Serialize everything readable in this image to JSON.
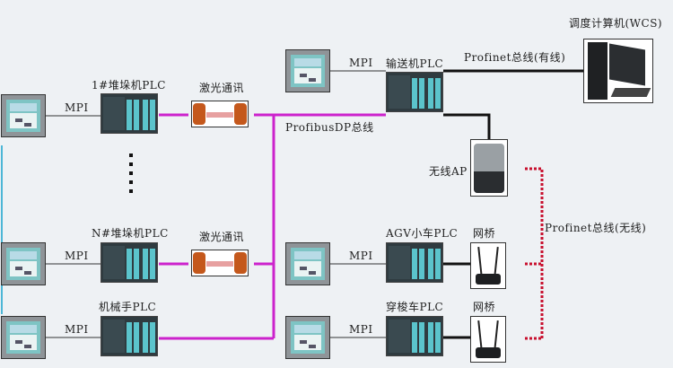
{
  "diagram": {
    "title": "Warehouse control network topology",
    "colors": {
      "profibus": "#cc22cc",
      "profinet_wired": "#111111",
      "profinet_wireless": "#c8102e",
      "mpi": "#333333",
      "background": "#eef1f4"
    },
    "nodes": {
      "stacker1_plc": "1#堆垛机PLC",
      "stackerN_plc": "N#堆垛机PLC",
      "robot_plc": "机械手PLC",
      "laser1": "激光通讯",
      "laser2": "激光通讯",
      "conveyor_plc": "输送机PLC",
      "wcs": "调度计算机(WCS)",
      "wireless_ap": "无线AP",
      "agv_plc": "AGV小车PLC",
      "shuttle_plc": "穿梭车PLC",
      "bridge1": "网桥",
      "bridge2": "网桥"
    },
    "links": {
      "mpi_stacker1": "MPI",
      "mpi_stackerN": "MPI",
      "mpi_robot": "MPI",
      "mpi_conveyor": "MPI",
      "mpi_agv": "MPI",
      "mpi_shuttle": "MPI",
      "profibus": "ProfibusDP总线",
      "profinet_wired": "Profinet总线(有线)",
      "profinet_wireless": "Profinet总线(无线)"
    }
  }
}
